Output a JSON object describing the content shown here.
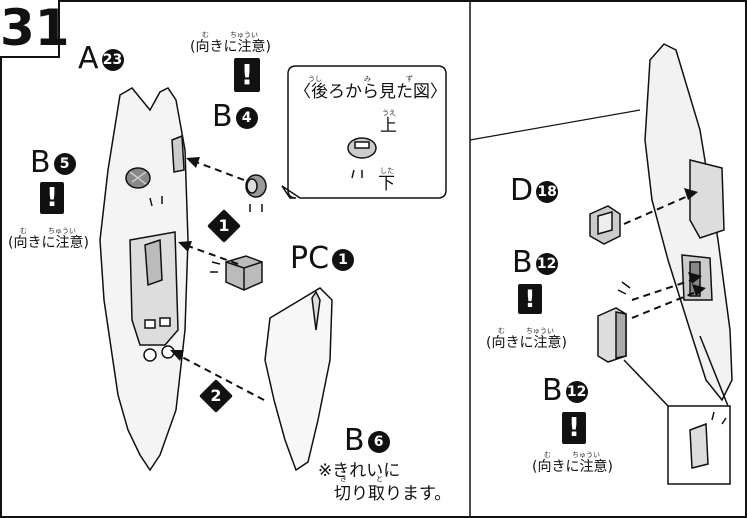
{
  "step": "31",
  "parts": {
    "a23": {
      "letter": "A",
      "num": "23"
    },
    "b5": {
      "letter": "B",
      "num": "5"
    },
    "b4": {
      "letter": "B",
      "num": "4"
    },
    "pc1": {
      "letter": "PC",
      "num": "1"
    },
    "b6": {
      "letter": "B",
      "num": "6"
    },
    "d18": {
      "letter": "D",
      "num": "18"
    },
    "b12a": {
      "letter": "B",
      "num": "12"
    },
    "b12b": {
      "letter": "B",
      "num": "12"
    }
  },
  "caution": {
    "text": "(向きに注意)",
    "ruby_mu": "む",
    "ruby_chuui": "ちゅうい",
    "mark": "!"
  },
  "callout": {
    "title": "〈後ろから見た図〉",
    "ruby_ushi": "うし",
    "ruby_mi": "み",
    "ruby_zu": "ず",
    "up": "上",
    "up_ruby": "うえ",
    "down": "下",
    "down_ruby": "した"
  },
  "assembly_steps": {
    "first": "1",
    "second": "2"
  },
  "note": {
    "line1": "※きれいに",
    "line2": "切り取ります。",
    "ruby_ki": "き",
    "ruby_to": "と"
  }
}
